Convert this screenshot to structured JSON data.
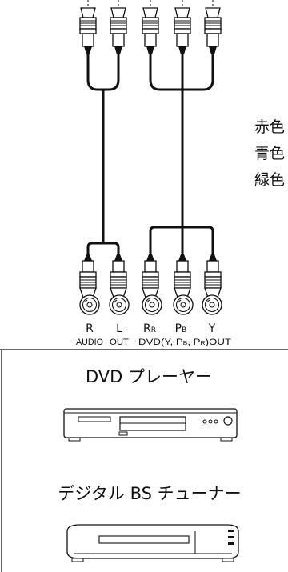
{
  "color_labels": [
    "赤色",
    "青色",
    "緑色"
  ],
  "jacks": [
    {
      "main": "R",
      "sub": ""
    },
    {
      "main": "L",
      "sub": ""
    },
    {
      "main": "R",
      "sub": "R"
    },
    {
      "main": "P",
      "sub": "B"
    },
    {
      "main": "Y",
      "sub": ""
    }
  ],
  "bottom_labels": {
    "audio": "AUDIO",
    "out": "OUT",
    "dvd_prefix": "DVD(Y, P",
    "pb_sub": "B",
    "comma": ", P",
    "pr_sub": "R",
    "dvd_suffix": ")OUT"
  },
  "devices": [
    {
      "label": "DVD プレーヤー",
      "icon": "dvd-player-icon"
    },
    {
      "label": "デジタル BS チューナー",
      "icon": "bs-tuner-icon"
    }
  ]
}
